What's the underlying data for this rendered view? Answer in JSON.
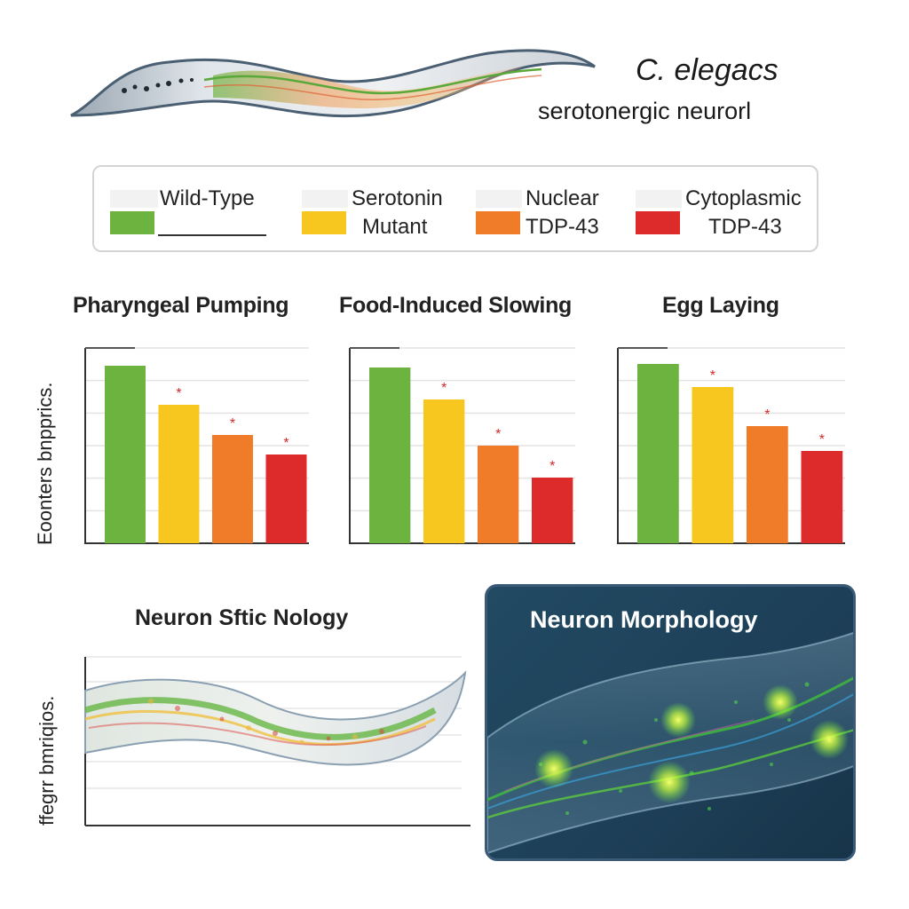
{
  "header": {
    "title_italic": "C. elegacs",
    "title_sub": "serotonergic neurorl"
  },
  "legend": {
    "items": [
      {
        "line1": "Wild-Type",
        "line2": "",
        "color": "#6db33f"
      },
      {
        "line1": "Serotonin",
        "line2": "Mutant",
        "color": "#f7c61f"
      },
      {
        "line1": "Nuclear",
        "line2": "TDP-43",
        "color": "#f07c2a"
      },
      {
        "line1": "Cytoplasmic",
        "line2": "TDP-43",
        "color": "#dd2a2a"
      }
    ]
  },
  "y_axis_label": "Eoonters bnpprics.",
  "chart_data": [
    {
      "type": "bar",
      "title": "Pharyngeal Pumping",
      "categories": [
        "Wild-Type",
        "Serotonin Mutant",
        "Nuclear TDP-43",
        "Cytoplasmic TDP-43"
      ],
      "values": [
        100,
        78,
        61,
        50
      ],
      "significance": [
        "",
        "*",
        "*",
        "*"
      ],
      "ylim": [
        0,
        110
      ],
      "grid": true
    },
    {
      "type": "bar",
      "title": "Food-Induced Slowing",
      "categories": [
        "Wild-Type",
        "Serotonin Mutant",
        "Nuclear TDP-43",
        "Cytoplasmic TDP-43"
      ],
      "values": [
        99,
        81,
        55,
        37
      ],
      "significance": [
        "",
        "*",
        "*",
        "*"
      ],
      "ylim": [
        0,
        110
      ],
      "grid": true
    },
    {
      "type": "bar",
      "title": "Egg Laying",
      "categories": [
        "Wild-Type",
        "Serotonin Mutant",
        "Nuclear TDP-43",
        "Cytoplasmic TDP-43"
      ],
      "values": [
        101,
        88,
        66,
        52
      ],
      "significance": [
        "",
        "*",
        "*",
        "*"
      ],
      "ylim": [
        0,
        110
      ],
      "grid": true
    }
  ],
  "morphology_left": {
    "title": "Neuron Sftic Nology",
    "y_axis_label": "ffegrr bmriqios."
  },
  "morphology_right": {
    "title": "Neuron Morphology"
  }
}
